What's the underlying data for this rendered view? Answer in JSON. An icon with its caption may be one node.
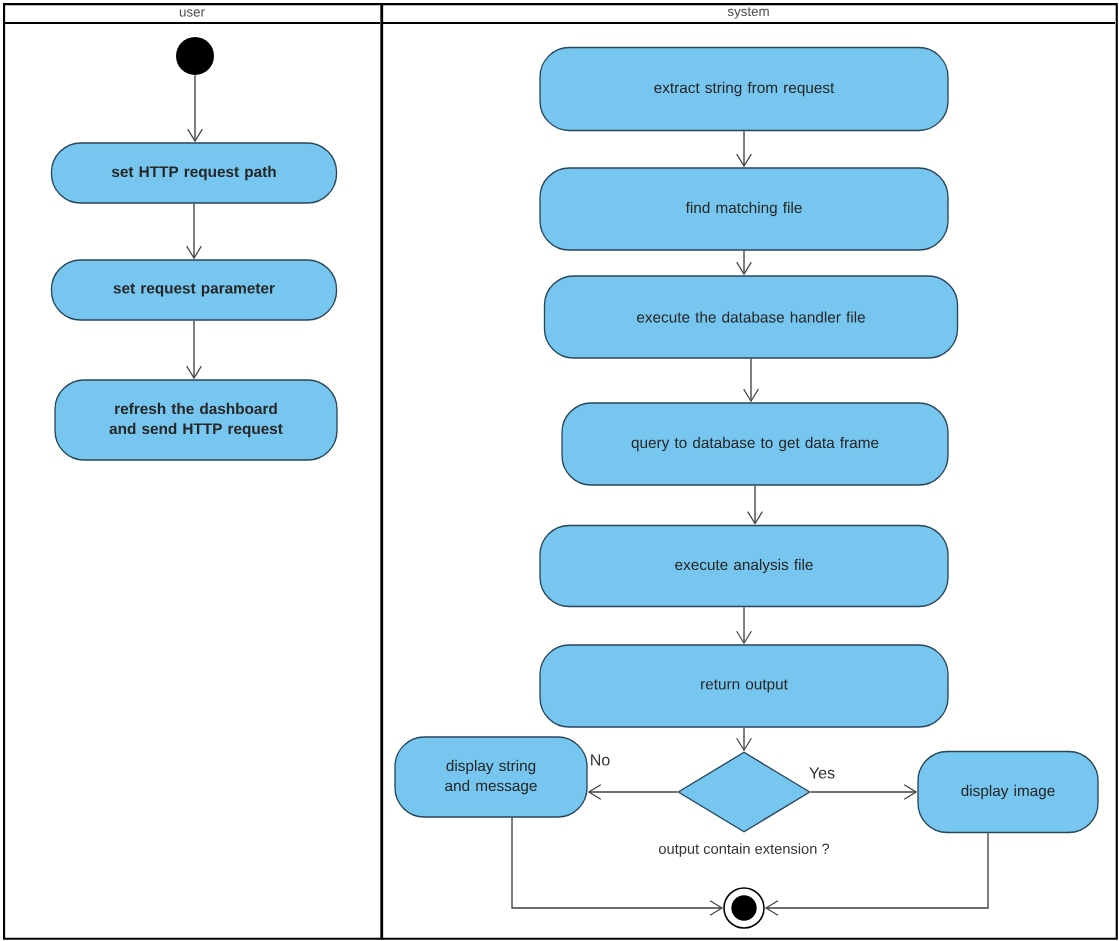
{
  "diagram": {
    "nodes": [
      {
        "text": [
          "user"
        ]
      },
      {
        "text": [
          "system"
        ]
      },
      {
        "text": [],
        "shape": "circle",
        "in": 0
      },
      {
        "text": [
          "set HTTP request path"
        ],
        "in": 0
      },
      {
        "text": [
          "set request parameter"
        ],
        "in": 0
      },
      {
        "text": [
          "refresh the dashboard and send HTTP request"
        ],
        "in": 0
      },
      {
        "text": [
          "extract string from request"
        ],
        "in": 1
      },
      {
        "text": [
          "find matching file"
        ],
        "in": 1
      },
      {
        "text": [
          "execute the database handler file"
        ],
        "in": 1
      },
      {
        "text": [
          "query to database to get data frame"
        ],
        "in": 1
      },
      {
        "text": [
          "execute analysis file"
        ],
        "in": 1
      },
      {
        "text": [
          "return output"
        ],
        "in": 1
      },
      {
        "text": [
          "display string and message"
        ],
        "in": 1
      },
      {
        "text": [],
        "shape": "diamond",
        "beside": [
          "output contain extension ?"
        ],
        "in": 1
      },
      {
        "text": [
          "display image"
        ],
        "in": 1
      },
      {
        "text": [],
        "shape": "circle",
        "in": 1
      }
    ],
    "edges": [
      {
        "from": 2,
        "to": 3,
        "arrow": "to"
      },
      {
        "from": 3,
        "to": 4,
        "arrow": "to"
      },
      {
        "from": 4,
        "to": 5,
        "arrow": "to"
      },
      {
        "from": 6,
        "to": 7,
        "arrow": "to"
      },
      {
        "from": 7,
        "to": 8,
        "arrow": "to"
      },
      {
        "from": 8,
        "to": 9,
        "arrow": "to"
      },
      {
        "from": 9,
        "to": 10,
        "arrow": "to"
      },
      {
        "from": 10,
        "to": 11,
        "arrow": "to"
      },
      {
        "from": 11,
        "to": 13,
        "arrow": "to"
      },
      {
        "from": 13,
        "to": 12,
        "arrow": "to",
        "label": "No"
      },
      {
        "from": 13,
        "to": 14,
        "arrow": "to",
        "label": "Yes"
      },
      {
        "from": 12,
        "to": 15,
        "arrow": "to"
      },
      {
        "from": 14,
        "to": 15,
        "arrow": "to"
      }
    ]
  }
}
